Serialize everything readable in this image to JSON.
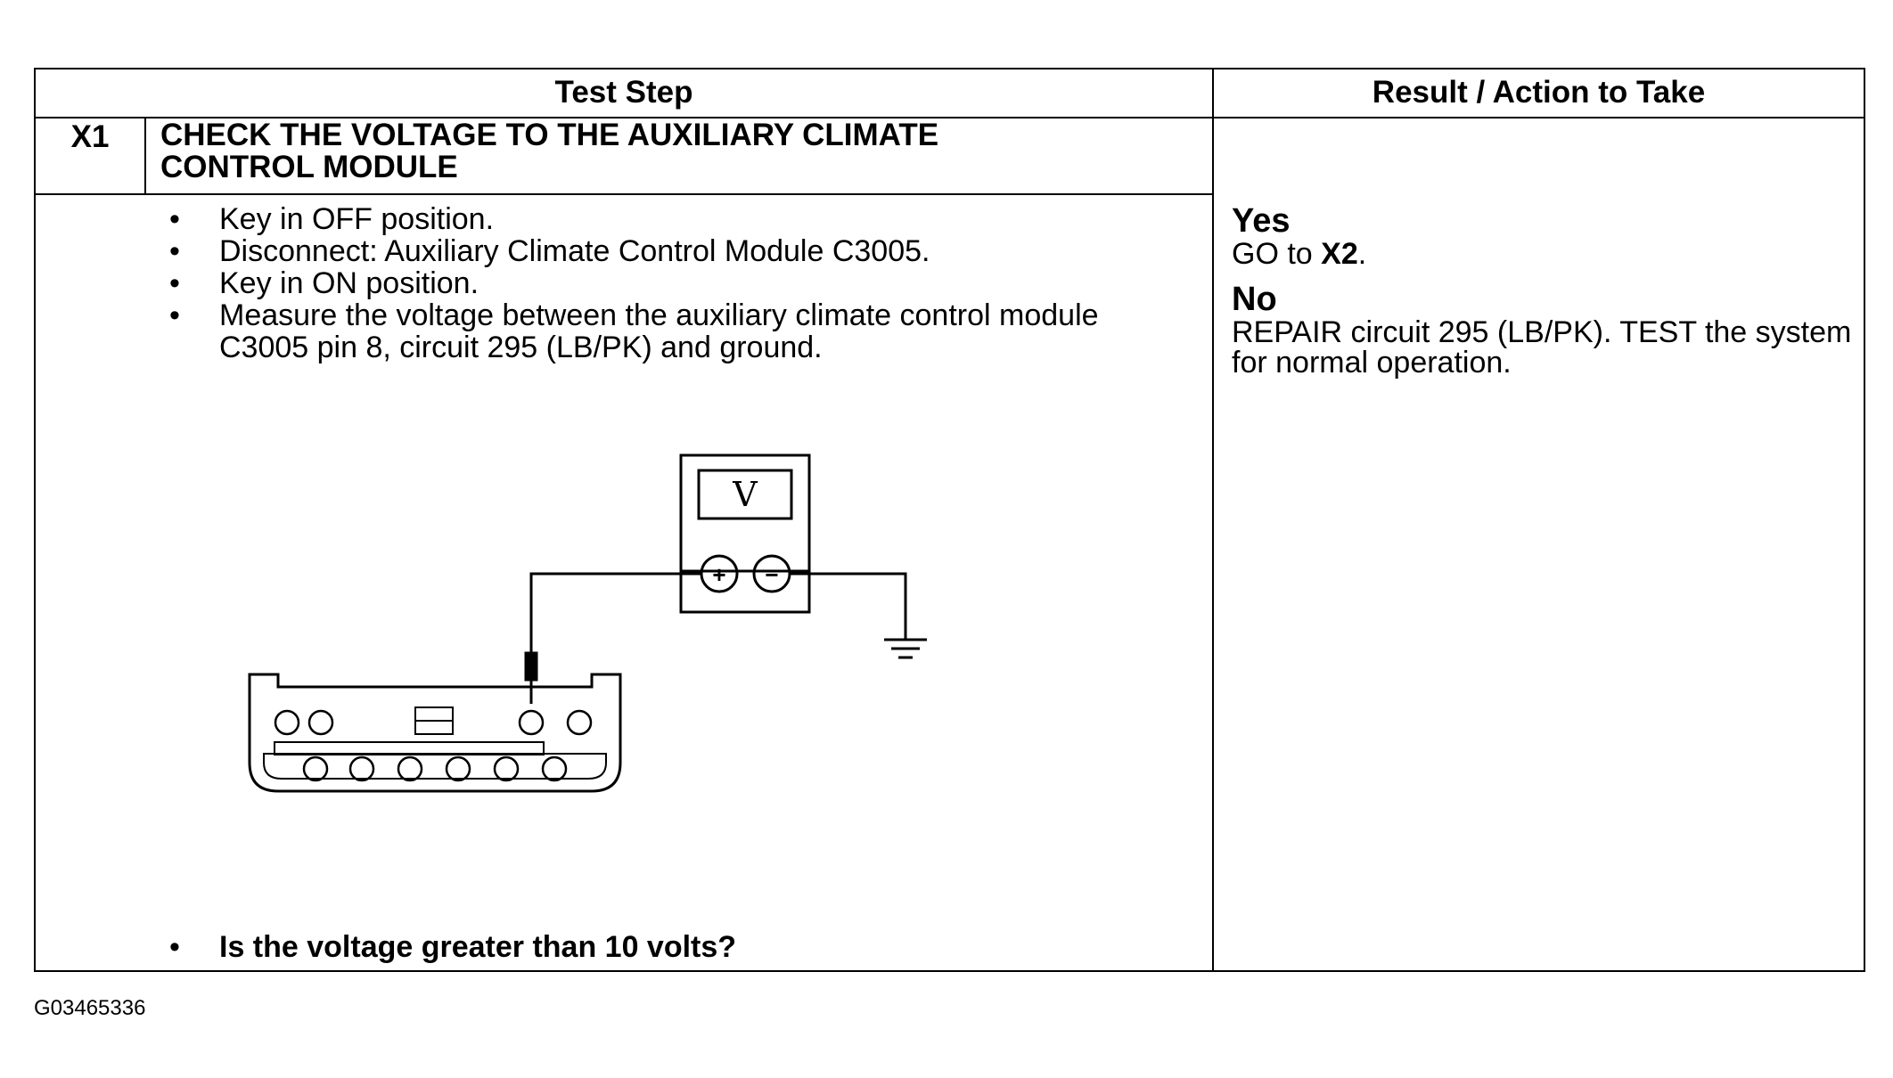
{
  "header": {
    "test_step": "Test Step",
    "result_action": "Result / Action to Take"
  },
  "step": {
    "id": "X1",
    "title": "CHECK THE VOLTAGE TO THE AUXILIARY CLIMATE CONTROL MODULE",
    "items": [
      "Key in OFF position.",
      "Disconnect: Auxiliary Climate Control Module C3005.",
      "Key in ON position.",
      "Measure the voltage between the auxiliary climate control module C3005 pin 8, circuit 295 (LB/PK) and ground."
    ],
    "question": "Is the voltage greater than 10 volts?"
  },
  "result": {
    "yes_label": "Yes",
    "yes_text_prefix": "GO to ",
    "yes_text_target": "X2",
    "yes_text_suffix": ".",
    "no_label": "No",
    "no_text": "REPAIR circuit 295 (LB/PK). TEST the system for normal operation."
  },
  "diagram": {
    "meter_symbol": "V",
    "plus_symbol": "+",
    "minus_symbol": "−"
  },
  "figure_id": "G03465336"
}
